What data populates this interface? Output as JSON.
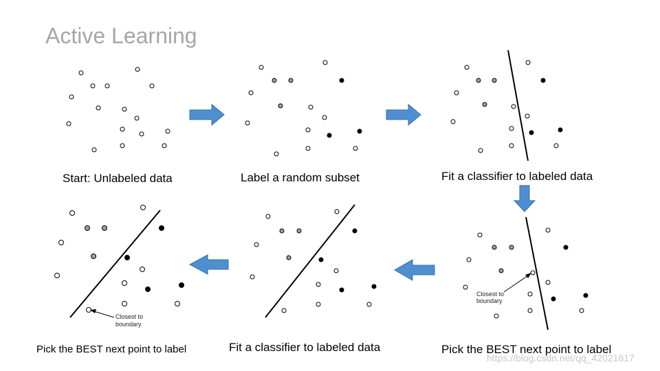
{
  "title": "Active Learning",
  "panels": [
    {
      "caption": "Start: Unlabeled data"
    },
    {
      "caption": "Label a random subset"
    },
    {
      "caption": "Fit a classifier to labeled data"
    },
    {
      "caption": "Pick the BEST next point to label",
      "annotation": [
        "Closest to",
        "boundary"
      ]
    },
    {
      "caption": "Fit a classifier to labeled data"
    },
    {
      "caption": "Pick the BEST next point to label",
      "annotation": [
        "Closest to",
        "boundary"
      ]
    }
  ],
  "watermark": "https://blog.csdn.net/qq_42021817",
  "colors": {
    "arrow_fill": "#4f8fd0",
    "arrow_stroke": "#3a6fa6",
    "labeled_gray": "#a0a0a0",
    "labeled_black": "#000000"
  }
}
